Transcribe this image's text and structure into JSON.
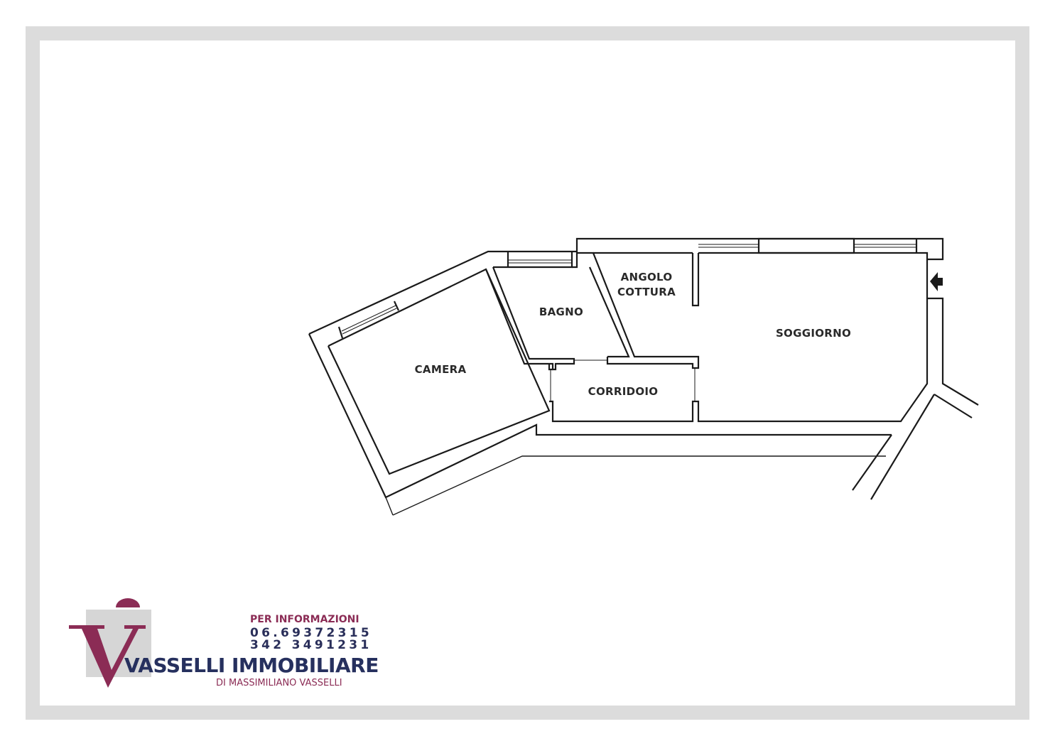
{
  "rooms": {
    "angolo_cottura": [
      "ANGOLO",
      "COTTURA"
    ],
    "bagno": "BAGNO",
    "soggiorno": "SOGGIORNO",
    "camera": "CAMERA",
    "corridoio": "CORRIDOIO"
  },
  "contact": {
    "title": "PER INFORMAZIONI",
    "phone1": "06.69372315",
    "phone2": "342 3491231"
  },
  "brand": {
    "name": "VASSELLI IMMOBILIARE",
    "subtitle": "DI MASSIMILIANO VASSELLI",
    "primary_color": "#8b2c55",
    "secondary_color": "#26305e"
  }
}
